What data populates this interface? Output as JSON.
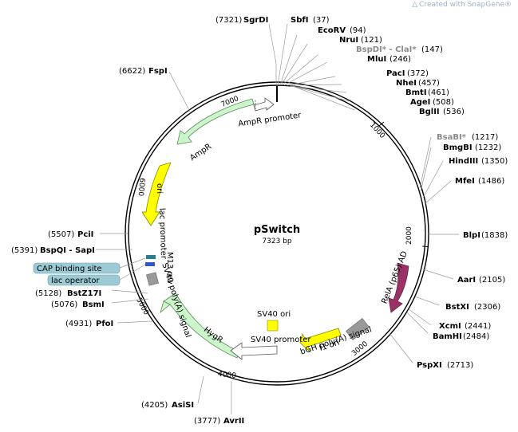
{
  "watermark": "Created with SnapGene®",
  "plasmid": {
    "name": "pSwitch",
    "size_label": "7323 bp"
  },
  "ticks": [
    "1000",
    "2000",
    "3000",
    "4000",
    "5000",
    "6000",
    "7000"
  ],
  "sites": [
    {
      "id": "sgrdi",
      "name": "SgrDI",
      "pos": "(7321)",
      "side": "L"
    },
    {
      "id": "sbfi",
      "name": "SbfI",
      "pos": "(37)",
      "side": "R"
    },
    {
      "id": "ecorv",
      "name": "EcoRV",
      "pos": "(94)",
      "side": "R"
    },
    {
      "id": "nrui",
      "name": "NruI",
      "pos": "(121)",
      "side": "R"
    },
    {
      "id": "bspdi",
      "name": "BspDI* - ClaI*",
      "pos": "(147)",
      "side": "R",
      "gray": true
    },
    {
      "id": "mlui",
      "name": "MluI",
      "pos": "(246)",
      "side": "R"
    },
    {
      "id": "paci",
      "name": "PacI",
      "pos": "(372)",
      "side": "R"
    },
    {
      "id": "nhei",
      "name": "NheI",
      "pos": "(457)",
      "side": "R"
    },
    {
      "id": "bmti",
      "name": "BmtI",
      "pos": "(461)",
      "side": "R"
    },
    {
      "id": "agei",
      "name": "AgeI",
      "pos": "(508)",
      "side": "R"
    },
    {
      "id": "bglii",
      "name": "BglII",
      "pos": "(536)",
      "side": "R"
    },
    {
      "id": "bsabi",
      "name": "BsaBI*",
      "pos": "(1217)",
      "side": "R",
      "gray": true
    },
    {
      "id": "bmgbi",
      "name": "BmgBI",
      "pos": "(1232)",
      "side": "R"
    },
    {
      "id": "hindiii",
      "name": "HindIII",
      "pos": "(1350)",
      "side": "R"
    },
    {
      "id": "mfei",
      "name": "MfeI",
      "pos": "(1486)",
      "side": "R"
    },
    {
      "id": "blpi",
      "name": "BlpI",
      "pos": "(1838)",
      "side": "R"
    },
    {
      "id": "aari",
      "name": "AarI",
      "pos": "(2105)",
      "side": "R"
    },
    {
      "id": "bstxi",
      "name": "BstXI",
      "pos": "(2306)",
      "side": "R"
    },
    {
      "id": "xcmi",
      "name": "XcmI",
      "pos": "(2441)",
      "side": "R"
    },
    {
      "id": "bamhi",
      "name": "BamHI",
      "pos": "(2484)",
      "side": "R"
    },
    {
      "id": "pspxi",
      "name": "PspXI",
      "pos": "(2713)",
      "side": "R"
    },
    {
      "id": "avrii",
      "name": "AvrII",
      "pos": "(3777)",
      "side": "L"
    },
    {
      "id": "asisi",
      "name": "AsiSI",
      "pos": "(4205)",
      "side": "L"
    },
    {
      "id": "pfoi",
      "name": "PfoI",
      "pos": "(4931)",
      "side": "L"
    },
    {
      "id": "bsmi",
      "name": "BsmI",
      "pos": "(5076)",
      "side": "L"
    },
    {
      "id": "bstz17i",
      "name": "BstZ17I",
      "pos": "(5128)",
      "side": "L"
    },
    {
      "id": "bspqi",
      "name": "BspQI - SapI",
      "pos": "(5391)",
      "side": "L"
    },
    {
      "id": "pcii",
      "name": "PciI",
      "pos": "(5507)",
      "side": "L"
    },
    {
      "id": "fspi",
      "name": "FspI",
      "pos": "(6622)",
      "side": "L"
    }
  ],
  "features": {
    "ampr_promoter": "AmpR promoter",
    "ampr": "AmpR",
    "ori": "ori",
    "lac_promoter": "lac promoter",
    "m13_rev": "M13 rev",
    "sv40_polya_top": "SV40 poly(A) signal",
    "hygr": "HygR",
    "sv40_promoter": "SV40 promoter",
    "sv40_ori": "SV40 ori",
    "bgh_polya": "bGH poly(A) signal",
    "f1_ori": "f1 ori",
    "rela_ad": "RelA (p65) AD",
    "cap_binding_site": "CAP binding site",
    "lac_operator": "lac operator"
  },
  "colors": {
    "ampr": "#ccf5cc",
    "ori": "#ffff00",
    "hygr": "#ccf5cc",
    "sv40_ori": "#ffff00",
    "f1_ori": "#ffff00",
    "rela": "#993366",
    "gray_feature": "#999999",
    "legend_box": "#9ccbd6"
  }
}
